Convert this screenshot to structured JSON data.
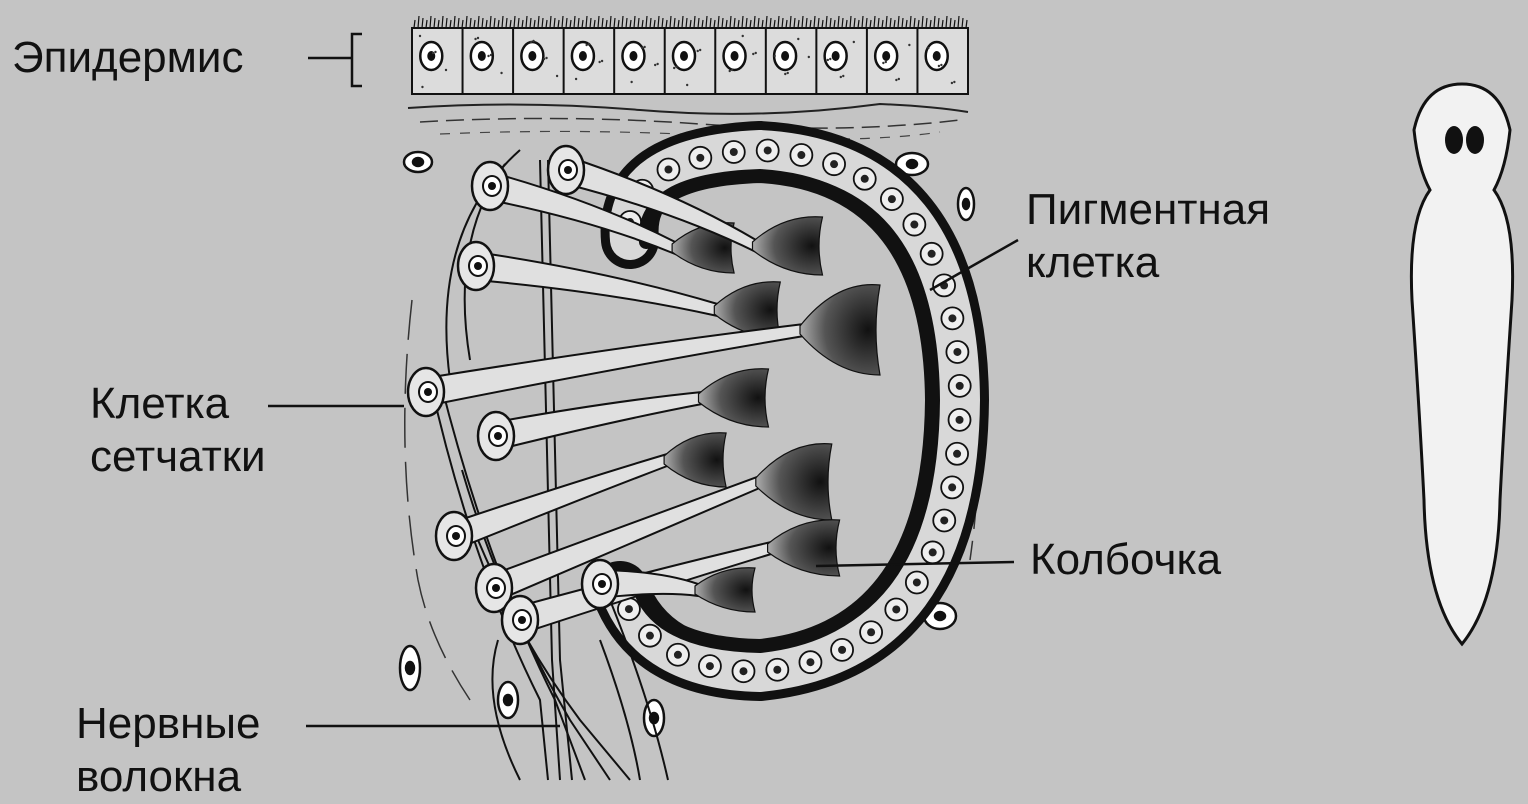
{
  "labels": {
    "epidermis": "Эпидермис",
    "pigment_cell": [
      "Пигментная",
      "клетка"
    ],
    "retina_cell": [
      "Клетка",
      "сетчатки"
    ],
    "cone": "Колбочка",
    "nerve_fibers": [
      "Нервные",
      "волокна"
    ]
  },
  "colors": {
    "background": "#c4c4c4",
    "ink": "#111111",
    "cell_fill": "#e0e0e0",
    "body_fill": "#f2f2f2"
  }
}
